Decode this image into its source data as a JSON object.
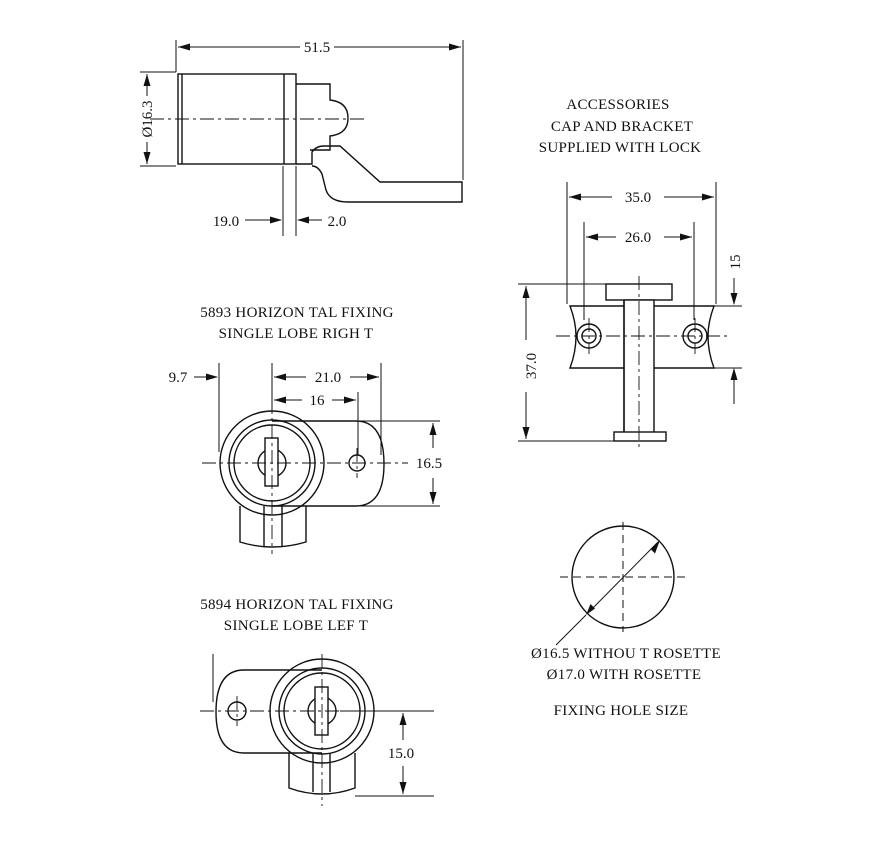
{
  "side_view": {
    "dim_length": "51.5",
    "dim_diameter": "Ø16.3",
    "dim_front": "19.0",
    "dim_gap": "2.0"
  },
  "accessories": {
    "line1": "ACCESSORIES",
    "line2": "CAP AND BRACKET",
    "line3": "SUPPLIED WITH LOCK",
    "dim_outer_width": "35.0",
    "dim_hole_spacing": "26.0",
    "dim_height": "37.0",
    "dim_lug": "15"
  },
  "right_fixing": {
    "title1": "5893 HORIZON  TAL FIXING",
    "title2": "SINGLE LOBE RIGH  T",
    "dim_offset": "9.7",
    "dim_overall": "21.0",
    "dim_hole": "16",
    "dim_height": "16.5"
  },
  "left_fixing": {
    "title1": "5894 HORIZON  TAL FIXING",
    "title2": "SINGLE LOBE LEF  T",
    "dim_height": "15.0"
  },
  "fixing_hole": {
    "note1": "Ø16.5 WITHOU  T ROSETTE",
    "note2": "Ø17.0 WITH ROSETTE",
    "caption": "FIXING HOLE SIZE"
  }
}
